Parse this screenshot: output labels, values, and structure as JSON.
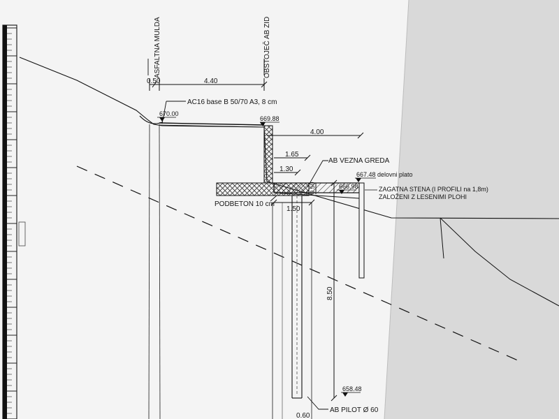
{
  "drawing": {
    "labels": {
      "asphalt_gutter": "ASFALTNA MULDA",
      "existing_wall": "OBSTOJEČ AB ZID",
      "asphalt_spec": "AC16 base B 50/70 A3, 8 cm",
      "tie_beam": "AB VEZNA GREDA",
      "lean_concrete": "PODBETON 10 cm",
      "pile": "AB PILOT Ø 60",
      "work_platform": "667.48 delovni plato",
      "sheet_pile_line1": "ZAGATNA STENA (I PROFILI na 1,8m)",
      "sheet_pile_line2": "ZALOŽENI Z LESENIMI PLOHI"
    },
    "dimensions": {
      "gutter_offset": "0.50",
      "gutter_to_wall": "4.40",
      "wall_overhang": "4.00",
      "beam_span_1": "1.65",
      "beam_span_2": "1.30",
      "beam_depth": "0.50",
      "beam_width": "1.50",
      "pile_length": "8.50",
      "pile_diameter": "0.60"
    },
    "elevations": {
      "gutter_top": "670.00",
      "wall_top": "669.88",
      "beam_top": "666.98",
      "pile_toe": "658.48"
    }
  }
}
